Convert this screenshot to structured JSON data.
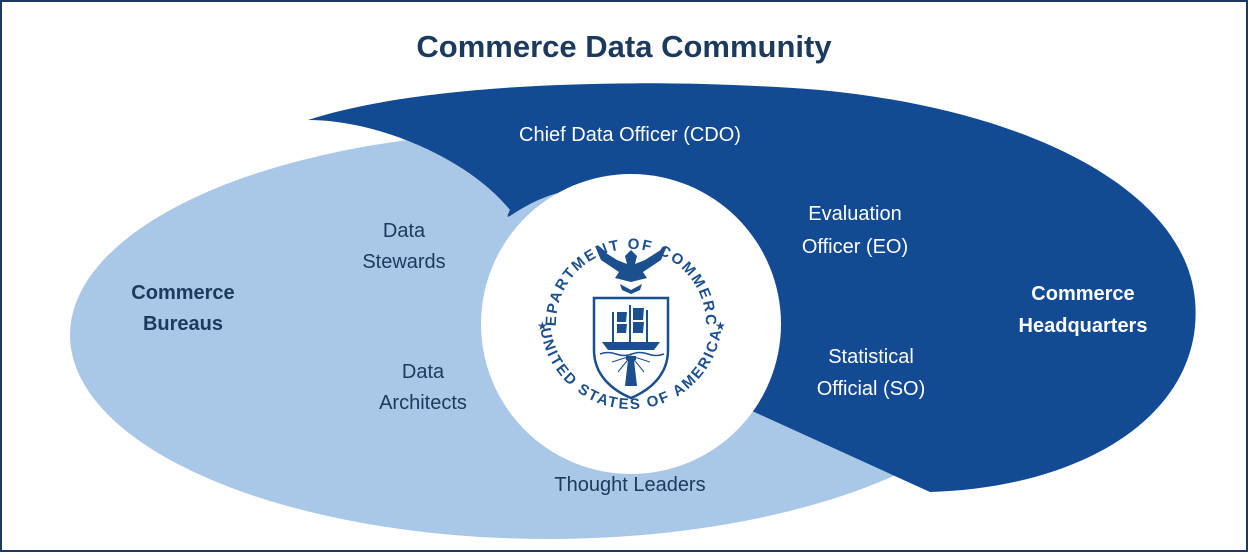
{
  "title": "Commerce Data Community",
  "colors": {
    "light_blue": "#a9c7e6",
    "dark_blue": "#134a94",
    "title_text": "#1b3a5c",
    "frame": "#1b3a5c",
    "label_dark": "#1b3a5c",
    "seal_ink": "#1b4f8e"
  },
  "bureaus": {
    "heading_line1": "Commerce",
    "heading_line2": "Bureaus",
    "roles": {
      "stewards_line1": "Data",
      "stewards_line2": "Stewards",
      "architects_line1": "Data",
      "architects_line2": "Architects",
      "thought_leaders": "Thought Leaders"
    }
  },
  "headquarters": {
    "heading_line1": "Commerce",
    "heading_line2": "Headquarters",
    "roles": {
      "cdo": "Chief Data Officer (CDO)",
      "eo_line1": "Evaluation",
      "eo_line2": "Officer (EO)",
      "so_line1": "Statistical",
      "so_line2": "Official (SO)"
    }
  },
  "seal": {
    "top_text": "DEPARTMENT OF COMMERCE",
    "bottom_text": "UNITED STATES OF AMERICA",
    "icon": "department-of-commerce-seal-icon"
  }
}
